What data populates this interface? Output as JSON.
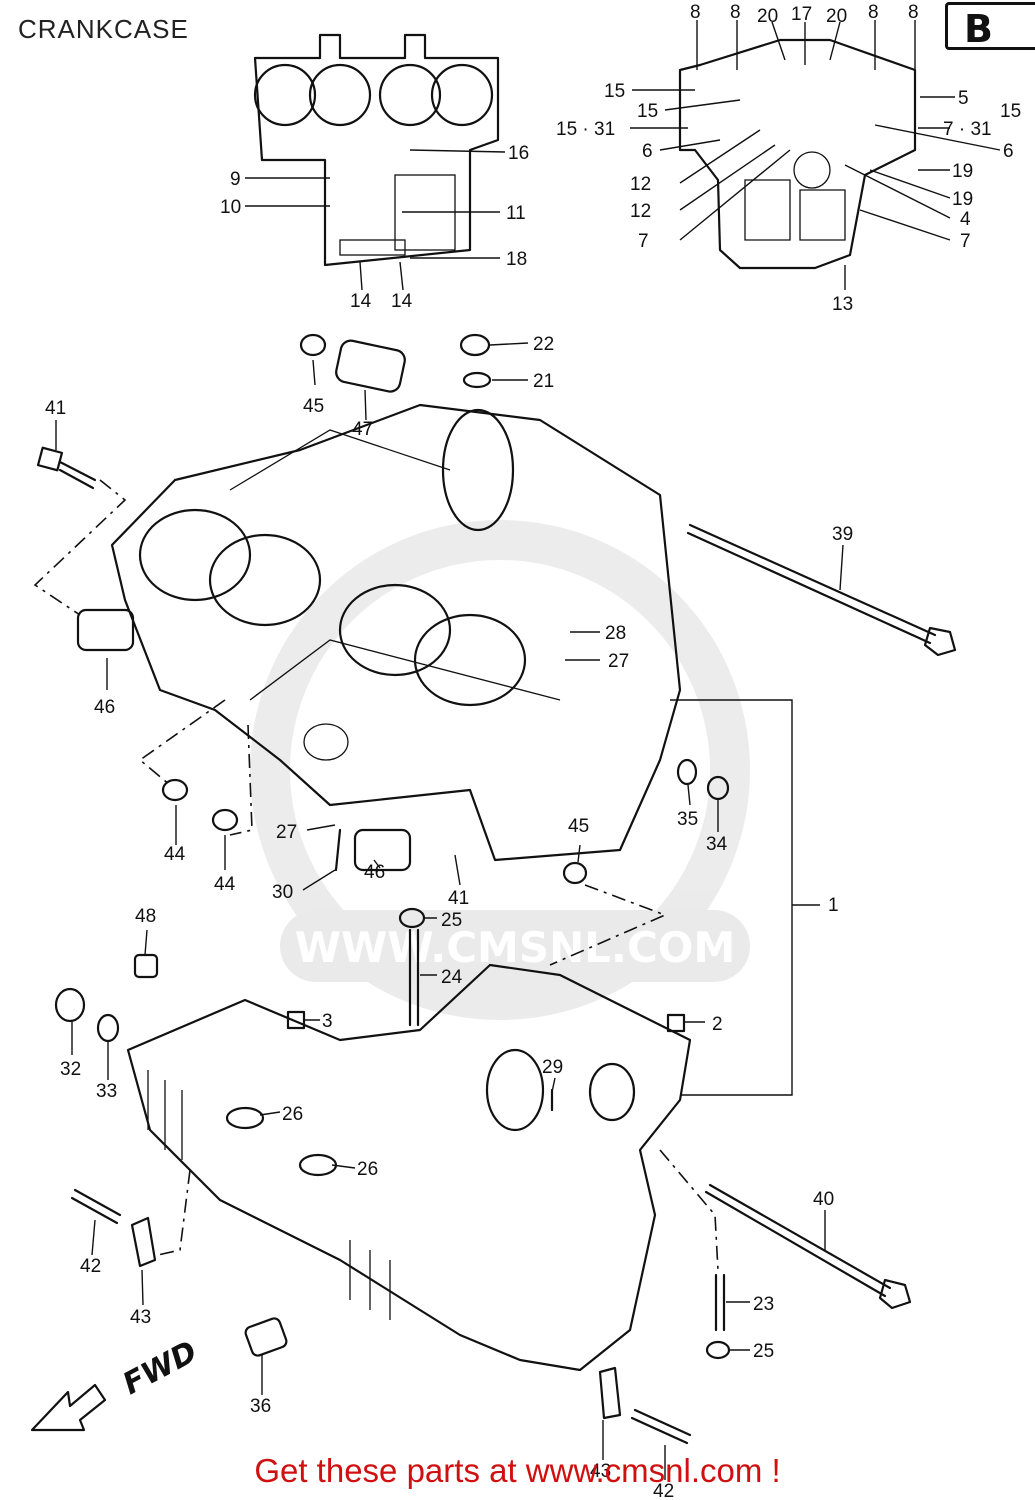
{
  "title": "CRANKCASE",
  "section_badge": "B",
  "footer": "Get these parts at www.cmsnl.com !",
  "watermark": "WWW.CMSNL.COM",
  "fwd_label": "FWD",
  "callouts": [
    {
      "id": "c8a",
      "text": "8"
    },
    {
      "id": "c8b",
      "text": "8"
    },
    {
      "id": "c20a",
      "text": "20"
    },
    {
      "id": "c17",
      "text": "17"
    },
    {
      "id": "c20b",
      "text": "20"
    },
    {
      "id": "c8c",
      "text": "8"
    },
    {
      "id": "c8d",
      "text": "8"
    },
    {
      "id": "c15a",
      "text": "15"
    },
    {
      "id": "c15b",
      "text": "15"
    },
    {
      "id": "c15-31",
      "text": "15 · 31"
    },
    {
      "id": "c6a",
      "text": "6"
    },
    {
      "id": "c12a",
      "text": "12"
    },
    {
      "id": "c12b",
      "text": "12"
    },
    {
      "id": "c7a",
      "text": "7"
    },
    {
      "id": "c5",
      "text": "5"
    },
    {
      "id": "c15c",
      "text": "15"
    },
    {
      "id": "c7-31",
      "text": "7 · 31"
    },
    {
      "id": "c6b",
      "text": "6"
    },
    {
      "id": "c19a",
      "text": "19"
    },
    {
      "id": "c19b",
      "text": "19"
    },
    {
      "id": "c4",
      "text": "4"
    },
    {
      "id": "c7b",
      "text": "7"
    },
    {
      "id": "c13",
      "text": "13"
    },
    {
      "id": "c16",
      "text": "16"
    },
    {
      "id": "c9",
      "text": "9"
    },
    {
      "id": "c10",
      "text": "10"
    },
    {
      "id": "c11",
      "text": "11"
    },
    {
      "id": "c18",
      "text": "18"
    },
    {
      "id": "c14a",
      "text": "14"
    },
    {
      "id": "c14b",
      "text": "14"
    },
    {
      "id": "c22",
      "text": "22"
    },
    {
      "id": "c21",
      "text": "21"
    },
    {
      "id": "c45a",
      "text": "45"
    },
    {
      "id": "c47",
      "text": "47"
    },
    {
      "id": "c41a",
      "text": "41"
    },
    {
      "id": "c39",
      "text": "39"
    },
    {
      "id": "c28",
      "text": "28"
    },
    {
      "id": "c27a",
      "text": "27"
    },
    {
      "id": "c46a",
      "text": "46"
    },
    {
      "id": "c44a",
      "text": "44"
    },
    {
      "id": "c44b",
      "text": "44"
    },
    {
      "id": "c27b",
      "text": "27"
    },
    {
      "id": "c30",
      "text": "30"
    },
    {
      "id": "c46b",
      "text": "46"
    },
    {
      "id": "c41b",
      "text": "41"
    },
    {
      "id": "c35",
      "text": "35"
    },
    {
      "id": "c34",
      "text": "34"
    },
    {
      "id": "c45b",
      "text": "45"
    },
    {
      "id": "c1",
      "text": "1"
    },
    {
      "id": "c48",
      "text": "48"
    },
    {
      "id": "c25a",
      "text": "25"
    },
    {
      "id": "c24",
      "text": "24"
    },
    {
      "id": "c3",
      "text": "3"
    },
    {
      "id": "c2",
      "text": "2"
    },
    {
      "id": "c32",
      "text": "32"
    },
    {
      "id": "c33",
      "text": "33"
    },
    {
      "id": "c26a",
      "text": "26"
    },
    {
      "id": "c26b",
      "text": "26"
    },
    {
      "id": "c29",
      "text": "29"
    },
    {
      "id": "c40",
      "text": "40"
    },
    {
      "id": "c42a",
      "text": "42"
    },
    {
      "id": "c43a",
      "text": "43"
    },
    {
      "id": "c23",
      "text": "23"
    },
    {
      "id": "c25b",
      "text": "25"
    },
    {
      "id": "c36",
      "text": "36"
    },
    {
      "id": "c43b",
      "text": "43"
    },
    {
      "id": "c42b",
      "text": "42"
    }
  ]
}
